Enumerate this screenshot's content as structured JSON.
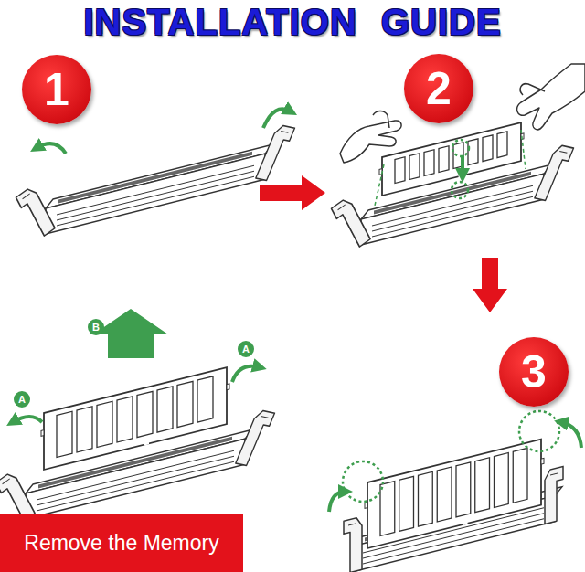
{
  "diagram": {
    "title": "INSTALLATION GUIDE",
    "nodes": [
      {
        "text": [
          "1"
        ]
      },
      {
        "text": [
          "2"
        ]
      },
      {
        "text": [
          "B"
        ]
      },
      {
        "text": [
          "A"
        ]
      },
      {
        "text": [
          "A"
        ]
      },
      {
        "text": [
          "3"
        ]
      },
      {
        "text": [
          "Remove the Memory"
        ]
      }
    ]
  }
}
